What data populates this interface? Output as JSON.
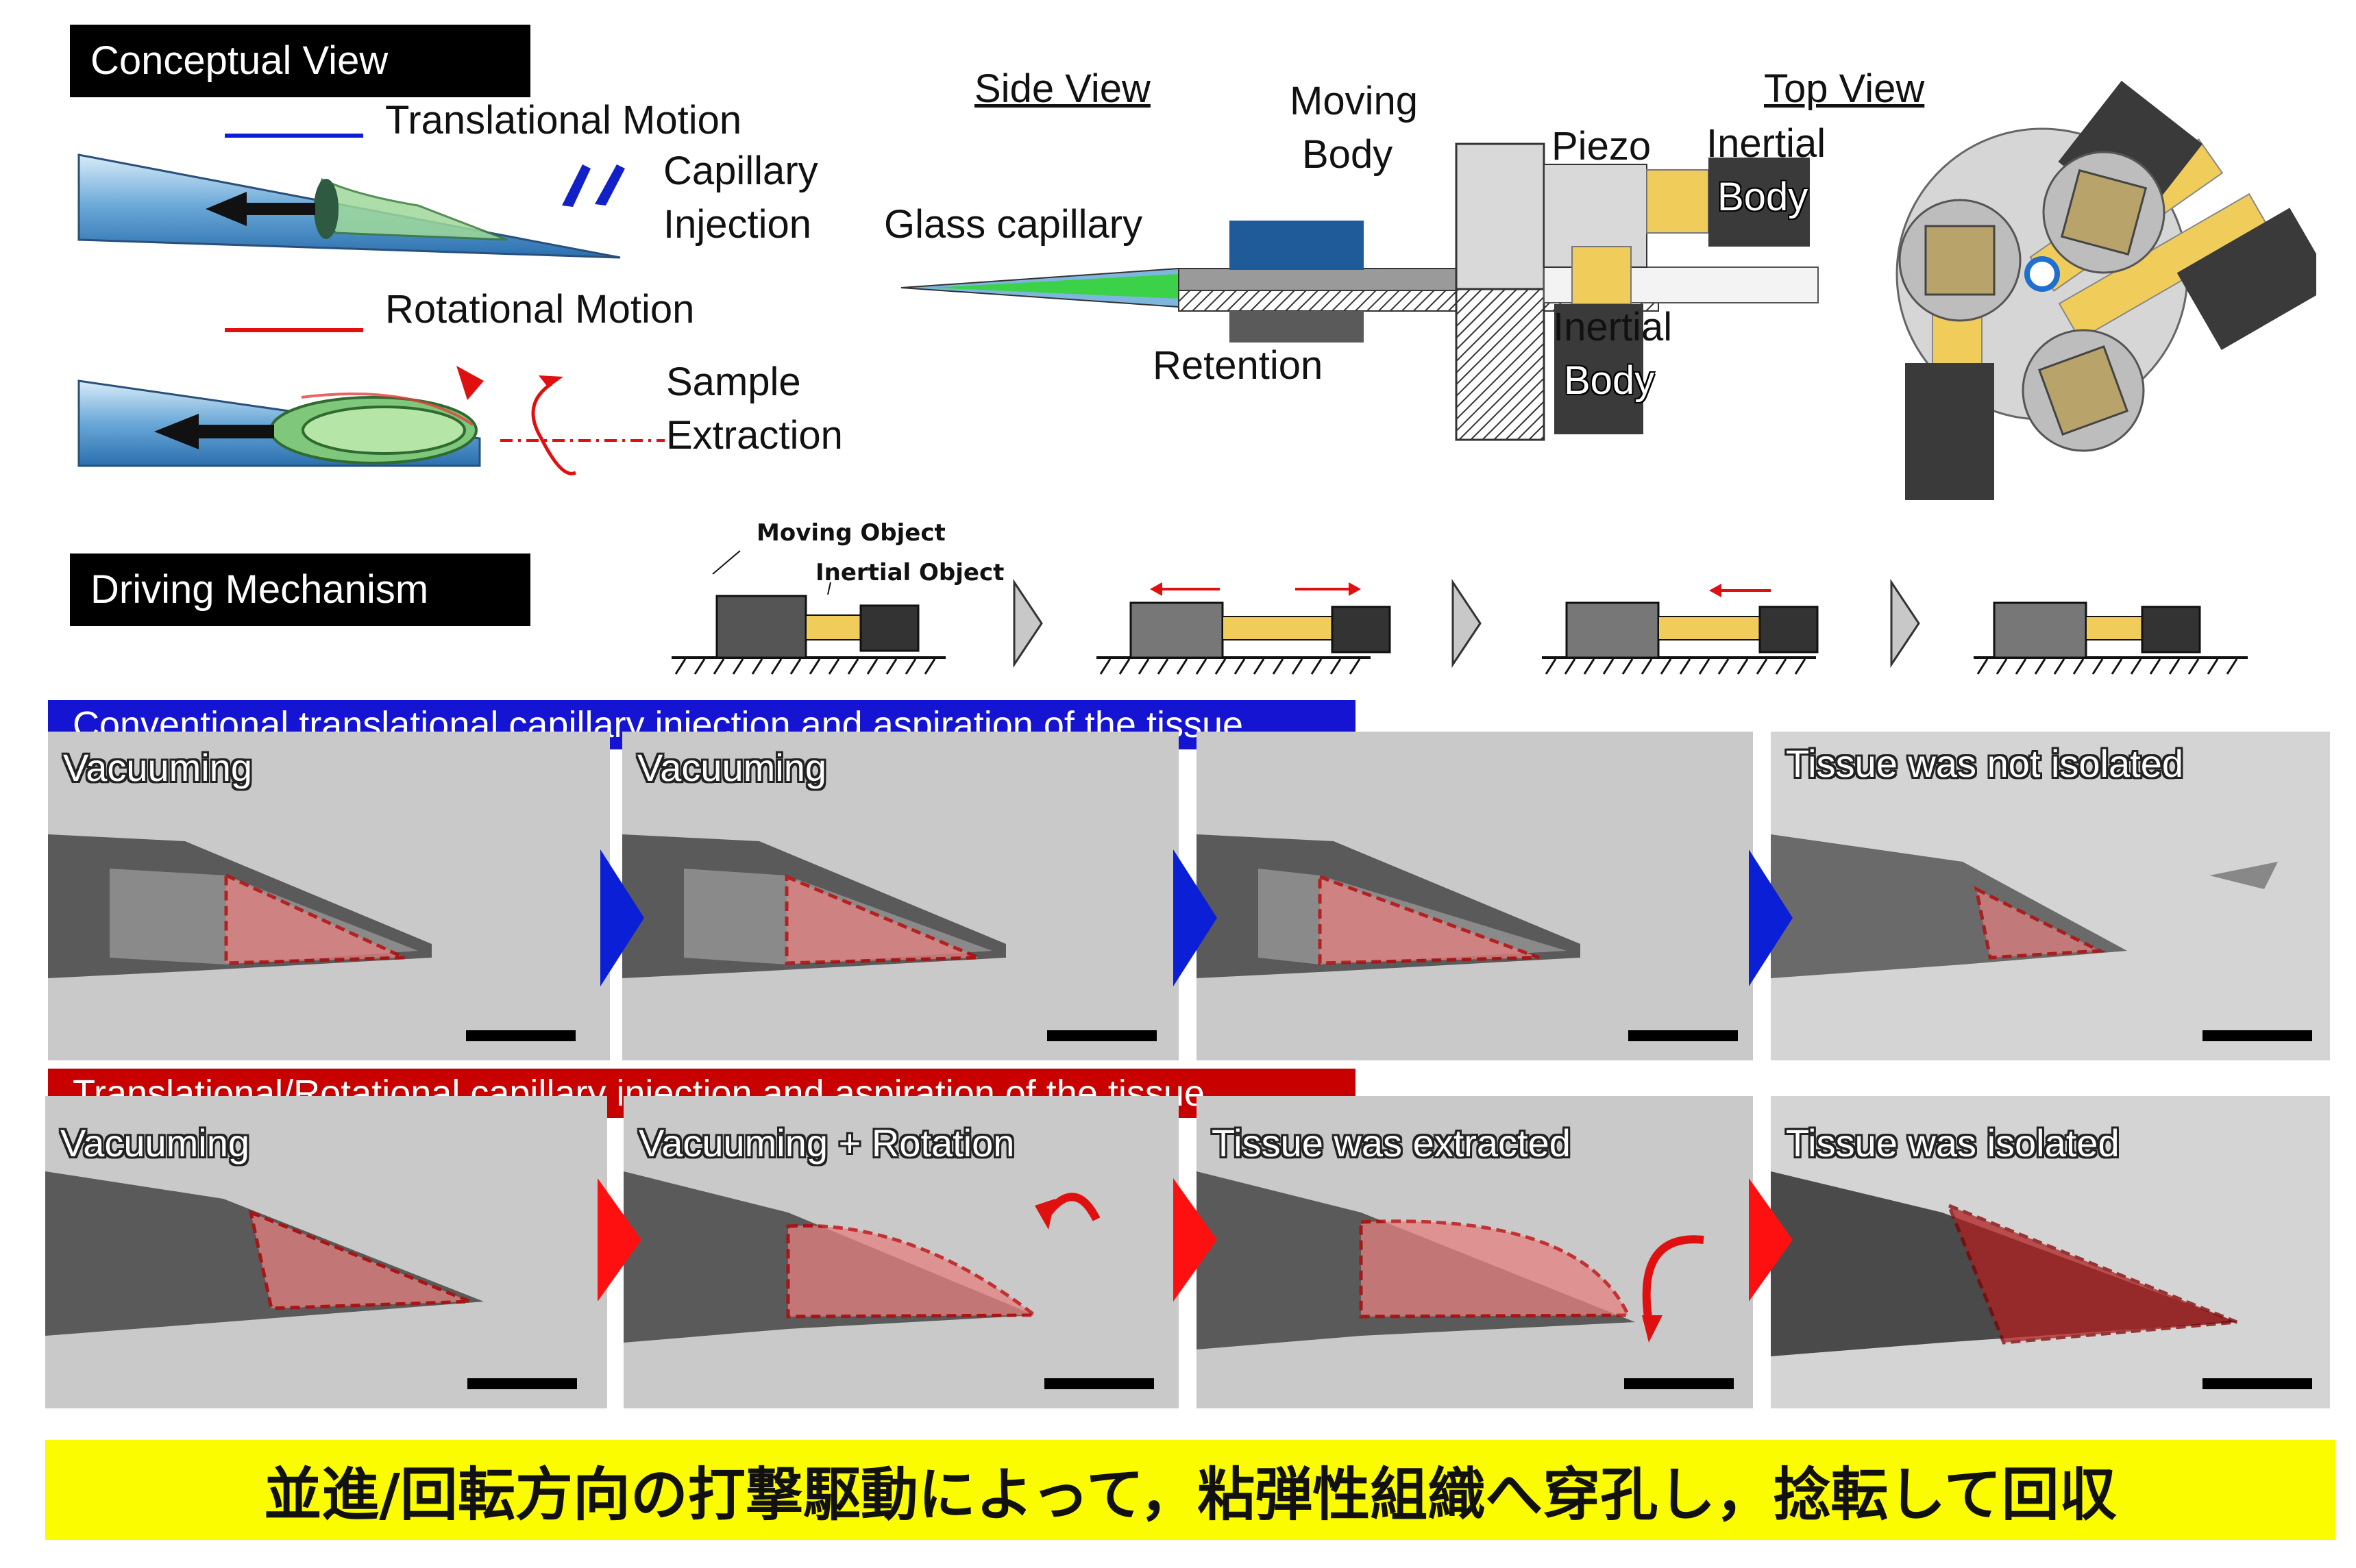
{
  "conceptual": {
    "title": "Conceptual View",
    "translational_legend": "Translational Motion",
    "capillary_injection": [
      "Capillary",
      "Injection"
    ],
    "rotational_legend": "Rotational Motion",
    "sample_extraction": [
      "Sample",
      "Extraction"
    ],
    "colors": {
      "translational": "#0a1fd6",
      "rotational": "#e01010"
    }
  },
  "side_view": {
    "title": "Side View",
    "glass_capillary": "Glass capillary",
    "moving_body": [
      "Moving",
      "Body"
    ],
    "retention": "Retention",
    "piezo": "Piezo",
    "inertial_body_upper": [
      "Inertial",
      "Body"
    ],
    "inertial_body_lower": [
      "Inertial",
      "Body"
    ]
  },
  "top_view": {
    "title": "Top View"
  },
  "driving": {
    "title": "Driving Mechanism",
    "moving_object": "Moving Object",
    "inertial_object": "Inertial Object"
  },
  "row1": {
    "banner": "Conventional translational capillary injection and aspiration of the tissue",
    "banner_color": "#1414d2",
    "captions": [
      "Vacuuming",
      "Vacuuming",
      "",
      "Tissue was not isolated"
    ]
  },
  "row2": {
    "banner": "Translational/Rotational capillary injection and aspiration of the tissue",
    "banner_color": "#c80000",
    "captions": [
      "Vacuuming",
      "Vacuuming + Rotation",
      "Tissue was extracted",
      "Tissue was isolated"
    ]
  },
  "footer": {
    "text": "並進/回転方向の打撃駆動によって，粘弾性組織へ穿孔し，捻転して回収",
    "background": "#fcfc00"
  }
}
